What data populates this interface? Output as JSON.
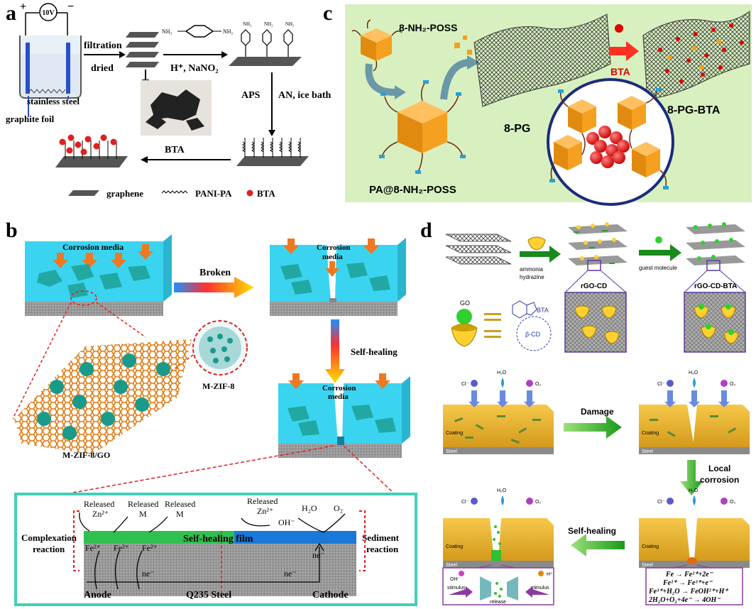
{
  "panel_a": {
    "label": "a",
    "voltage": "10V",
    "plus": "+",
    "minus": "−",
    "filtration": "filtration",
    "dried": "dried",
    "amine_label": "NH₂",
    "reagents": "H⁺, NaNO₂",
    "aps": "APS",
    "an_ice": "AN, ice bath",
    "stainless": "stainless steel",
    "graphite": "graphite foil",
    "bta": "BTA",
    "legend_graphene": "graphene",
    "legend_pani": "PANI-PA",
    "legend_bta": "BTA"
  },
  "panel_c": {
    "label": "c",
    "poss": "8-NH₂-POSS",
    "pa_poss": "PA@8-NH₂-POSS",
    "pg": "8-PG",
    "bta": "BTA",
    "pg_bta": "8-PG-BTA"
  },
  "panel_b": {
    "label": "b",
    "corrosion_media": "Corrosion media",
    "corrosion_top": "Corrosion",
    "media": "media",
    "broken": "Broken",
    "self_healing": "Self-healing",
    "mzif": "M-ZIF-8",
    "mzif_go": "M-ZIF-8/GO",
    "released": "Released",
    "zn": "Zn²⁺",
    "m": "M",
    "h2o": "H₂O",
    "o2": "O₂",
    "oh": "OH⁻",
    "complexation": "Complexation",
    "reaction": "reaction",
    "sediment": "Sediment",
    "fe": "Fe²⁺",
    "film": "Self-healing film",
    "ne": "ne⁻",
    "anode": "Anode",
    "steel": "Q235 Steel",
    "cathode": "Cathode"
  },
  "panel_d": {
    "label": "d",
    "ammonia": "ammonia",
    "hydrazine": "hydrazine",
    "guest": "guest molecule",
    "rgo_cd": "rGO-CD",
    "rgo_cd_bta": "rGO-CD-BTA",
    "go": "GO",
    "bta": "BTA",
    "bcd": "β-CD",
    "cl": "Cl⁻",
    "h2o": "H₂O",
    "o2": "O₂",
    "coating": "Coating",
    "steel": "Steel",
    "damage": "Damage",
    "local": "Local",
    "corrosion": "corrosion",
    "self_healing": "Self-healing",
    "oh_stim": "OH⁻",
    "h_stim": "H⁺",
    "stimulus": "stimulus",
    "release": "release",
    "eq1": "Fe → Fe²⁺+2e⁻",
    "eq2": "Fe²⁺ → Fe³⁺+e⁻",
    "eq3": "Fe³⁺+H₂O → FeOH²⁺+H⁺",
    "eq4": "2H₂O+O₂+4e⁻ → 4OH⁻"
  }
}
